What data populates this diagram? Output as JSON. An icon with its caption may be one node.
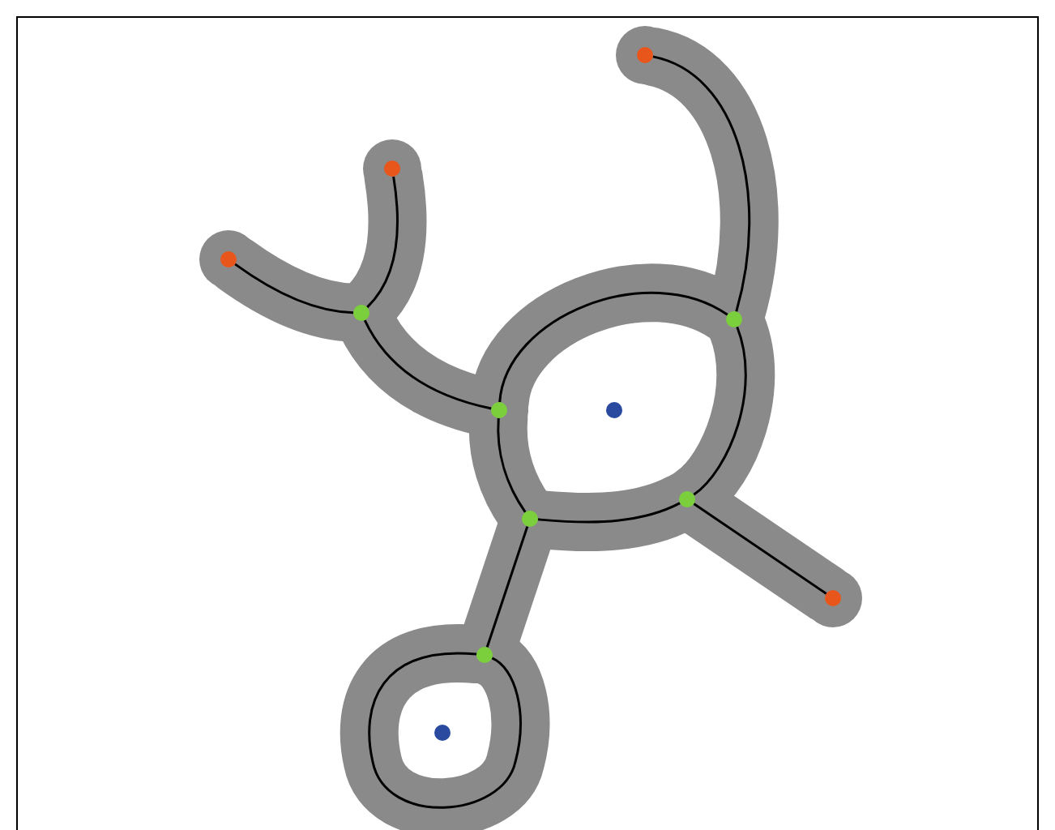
{
  "diagram": {
    "nodes": [
      {
        "text": [],
        "shape": "circle"
      },
      {
        "text": [],
        "shape": "circle"
      },
      {
        "text": [],
        "shape": "circle"
      },
      {
        "text": [],
        "shape": "circle"
      },
      {
        "text": [],
        "shape": "circle"
      },
      {
        "text": [],
        "shape": "circle"
      },
      {
        "text": [],
        "shape": "circle"
      },
      {
        "text": [],
        "shape": "circle"
      },
      {
        "text": [],
        "shape": "circle"
      },
      {
        "text": [],
        "shape": "circle"
      },
      {
        "text": [],
        "shape": "circle"
      },
      {
        "text": [],
        "shape": "circle"
      }
    ],
    "edges": [
      {
        "from": 0,
        "to": 4,
        "arrow": "none"
      },
      {
        "from": 1,
        "to": 4,
        "arrow": "none"
      },
      {
        "from": 4,
        "to": 5,
        "arrow": "none"
      },
      {
        "from": 5,
        "to": 6,
        "arrow": "none"
      },
      {
        "from": 2,
        "to": 6,
        "arrow": "none"
      },
      {
        "from": 6,
        "to": 7,
        "arrow": "none"
      },
      {
        "from": 7,
        "to": 3,
        "arrow": "none"
      },
      {
        "from": 7,
        "to": 8,
        "arrow": "none"
      },
      {
        "from": 8,
        "to": 5,
        "arrow": "none"
      },
      {
        "from": 8,
        "to": 9,
        "arrow": "none"
      },
      {
        "from": 9,
        "to": 9,
        "arrow": "none"
      }
    ]
  }
}
